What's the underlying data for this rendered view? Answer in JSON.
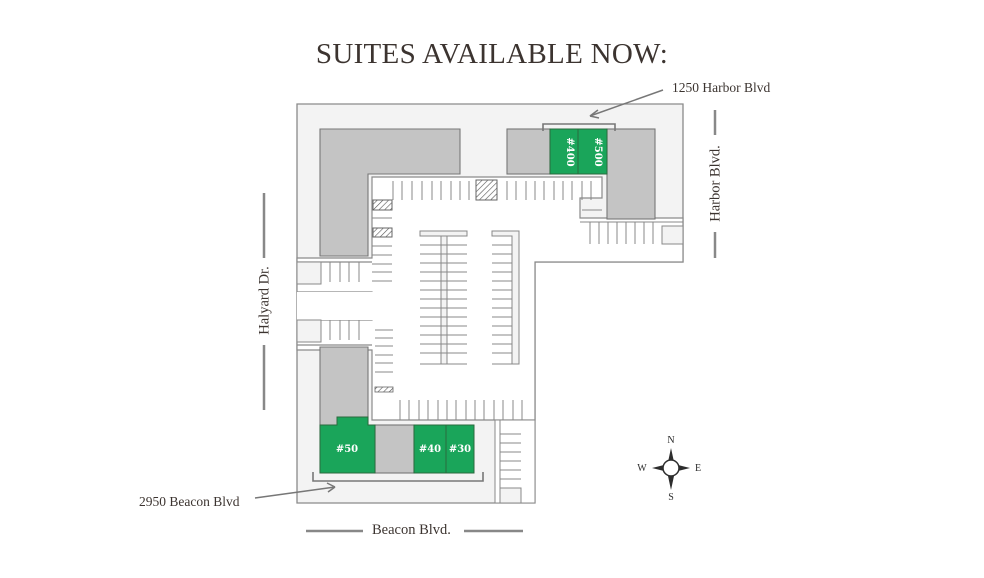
{
  "title": "SUITES AVAILABLE NOW:",
  "addresses": {
    "north": "1250 Harbor Blvd",
    "south": "2950 Beacon Blvd"
  },
  "streets": {
    "west": "Halyard Dr.",
    "east": "Harbor Blvd.",
    "south": "Beacon Blvd."
  },
  "suites": [
    {
      "id": "400",
      "label": "#400",
      "status": "available"
    },
    {
      "id": "500",
      "label": "#500",
      "status": "available"
    },
    {
      "id": "50",
      "label": "#50",
      "status": "available"
    },
    {
      "id": "40",
      "label": "#40",
      "status": "available"
    },
    {
      "id": "30",
      "label": "#30",
      "status": "available"
    }
  ],
  "compass": {
    "n": "N",
    "s": "S",
    "e": "E",
    "w": "W"
  },
  "colors": {
    "available": "#1aa55a",
    "building": "#c4c4c4",
    "lot": "#f3f3f3",
    "outline": "#8a8a8a",
    "text": "#3c3430"
  }
}
